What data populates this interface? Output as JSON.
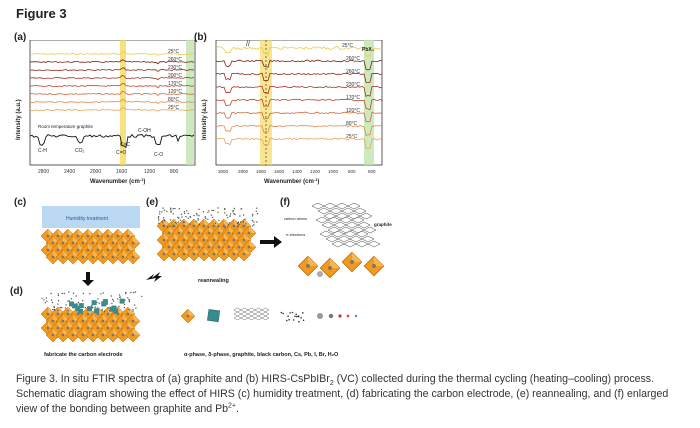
{
  "figure_title": "Figure 3",
  "panels": {
    "a": {
      "label": "(a)",
      "ylabel": "Intensity (a.u.)",
      "xlabel_main": "Wavenumber (cm",
      "xlabel_sup": "-1",
      "xlabel_end": ")",
      "xticks": [
        "2800",
        "2400",
        "2000",
        "1600",
        "1200",
        "800"
      ],
      "temps": [
        "25°C",
        "260°C",
        "230°C",
        "200°C",
        "170°C",
        "120°C",
        "80°C",
        "25°C"
      ],
      "reference_label": "Room temperature graphite",
      "peaks": [
        "C-H",
        "CO₂",
        "C=C",
        "C=O",
        "C-OH",
        "C-O"
      ]
    },
    "b": {
      "label": "(b)",
      "ylabel": "Intensity (a.u.)",
      "xlabel_main": "Wavenumber (cm",
      "xlabel_sup": "-1",
      "xlabel_end": ")",
      "xticks": [
        "3000",
        "2800",
        "1800",
        "1600",
        "1400",
        "1200",
        "1000",
        "800",
        "600"
      ],
      "temps": [
        "25°C",
        "260°C",
        "260°C",
        "230°C",
        "170°C",
        "120°C",
        "80°C",
        "25°C"
      ],
      "pbx_label": "PbX₃"
    },
    "c": {
      "label": "(c)",
      "humidity_label": "Humidity treatment"
    },
    "d": {
      "label": "(d)",
      "bottom_label": "fabricate the carbon electrode"
    },
    "e": {
      "label": "(e)",
      "bottom_label": "reannealing"
    },
    "f": {
      "label": "(f)",
      "carbon_atoms": "carbon atoms",
      "pi_electrons": "π-electrons",
      "graphite": "graphite"
    },
    "legend_text": "α-phase, δ-phase, graphite, black carbon, Cs, Pb, I, Br, H₂O"
  },
  "caption": {
    "part1": "Figure 3. In situ FTIR spectra of (a) graphite and (b) HIRS-CsPbIBr",
    "sub1": "2",
    "part2": " (VC) collected during the thermal cycling (heating–cooling) process. Schematic diagram showing the effect of HIRS (c) humidity treatment, (d) fabricating the carbon electrode, (e) reannealing, and (f) enlarged view of the bonding between graphite and Pb",
    "sup1": "2+",
    "part3": "."
  },
  "colors": {
    "accent_yellow": "#f5d64a",
    "accent_green": "#bfe3b0",
    "crystal_orange": "#f29a1d",
    "humidity_blue": "#9cc8ec",
    "line_dark": "#4a1a10",
    "line_red": "#c0392b",
    "line_orange": "#e8a35a"
  }
}
